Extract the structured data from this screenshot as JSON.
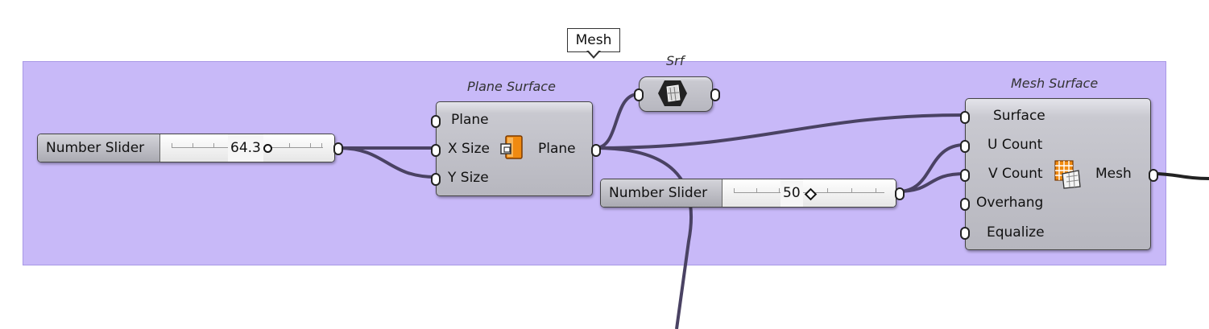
{
  "group": {
    "label": "Mesh",
    "color": "#c8b9f8"
  },
  "slider_a": {
    "name": "Number Slider",
    "value": "64.3",
    "knob": "circle"
  },
  "slider_b": {
    "name": "Number Slider",
    "value": "50",
    "knob": "diamond"
  },
  "plane_surface": {
    "caption": "Plane Surface",
    "inputs": [
      "Plane",
      "X Size",
      "Y Size"
    ],
    "output": "Plane",
    "icon": "plane-surface-icon"
  },
  "srf": {
    "caption": "Srf",
    "icon": "surface-param-icon"
  },
  "mesh_surface": {
    "caption": "Mesh Surface",
    "inputs": [
      "Surface",
      "U Count",
      "V Count",
      "Overhang",
      "Equalize"
    ],
    "output": "Mesh",
    "icon": "mesh-surface-icon"
  },
  "colors": {
    "wire": "#4a4263",
    "wire_outside": "#555555",
    "component": "#c0c0c8",
    "icon_orange": "#f08a10"
  }
}
